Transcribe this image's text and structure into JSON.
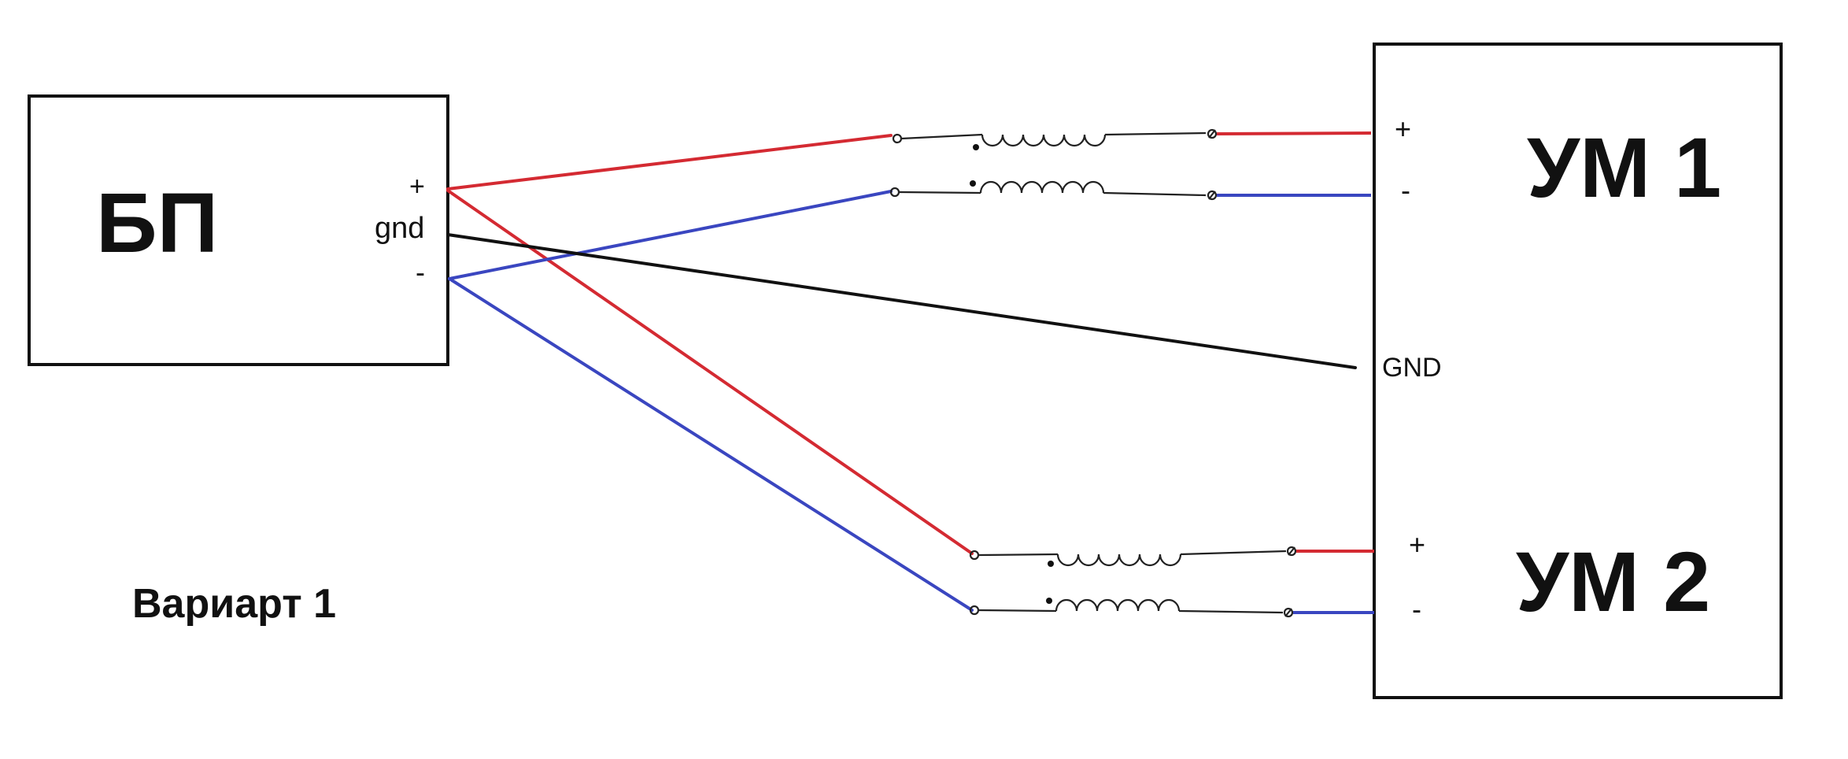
{
  "power_supply": {
    "label": "БП",
    "terminal_plus": "+",
    "terminal_gnd": "gnd",
    "terminal_minus": "-"
  },
  "amplifier_block": {
    "amp1_label": "УМ 1",
    "amp2_label": "УМ 2",
    "amp1_plus": "+",
    "amp1_minus": "-",
    "gnd_label": "GND",
    "amp2_plus": "+",
    "amp2_minus": "-"
  },
  "caption": "Вариарт 1",
  "colors": {
    "positive_wire": "#d42a32",
    "negative_wire": "#3a46c0",
    "ground_wire": "#111111",
    "choke_wire": "#222222"
  }
}
